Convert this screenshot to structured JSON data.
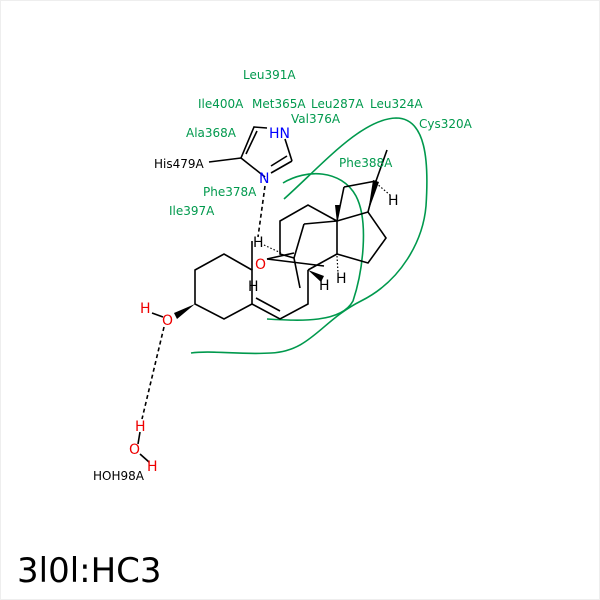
{
  "title": "3l0l:HC3",
  "residues": {
    "leu391": "Leu391A",
    "ile400": "Ile400A",
    "met365": "Met365A",
    "leu287": "Leu287A",
    "leu324": "Leu324A",
    "val376": "Val376A",
    "cys320": "Cys320A",
    "ala368": "Ala368A",
    "phe388": "Phe388A",
    "phe378": "Phe378A",
    "ile397": "Ile397A",
    "his479": "His479A",
    "hoh98": "HOH98A"
  },
  "atoms": {
    "O": "O",
    "N": "N",
    "HN": "HN",
    "H": "H"
  },
  "colors": {
    "residue": "#00994d",
    "oxygen": "#ee0000",
    "nitrogen": "#0000ff",
    "bond": "#000000"
  }
}
